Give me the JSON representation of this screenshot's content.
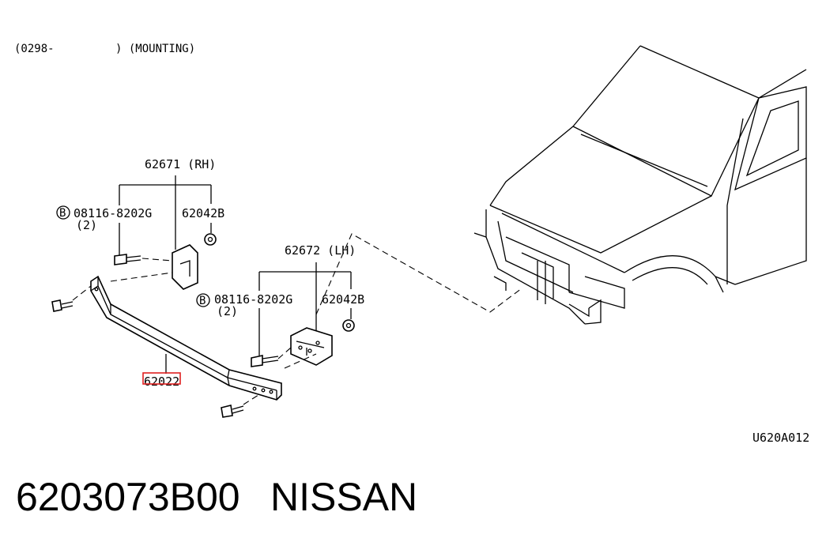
{
  "header": {
    "code": "(0298-",
    "suffix": ") (MOUNTING)"
  },
  "right_assembly": {
    "part": "62671 (RH)",
    "bolt_prefix": "B",
    "bolt": "08116-8202G",
    "bolt_qty": "(2)",
    "nut": "62042B"
  },
  "left_assembly": {
    "part": "62672 (LH)",
    "bolt_prefix": "B",
    "bolt": "08116-8202G",
    "bolt_qty": "(2)",
    "nut": "62042B"
  },
  "beam_part": "62022",
  "diagram_code": "U620A012",
  "footer": {
    "part_number": "6203073B00",
    "brand": "NISSAN"
  },
  "colors": {
    "highlight": "#e02020",
    "ink": "#000000"
  }
}
